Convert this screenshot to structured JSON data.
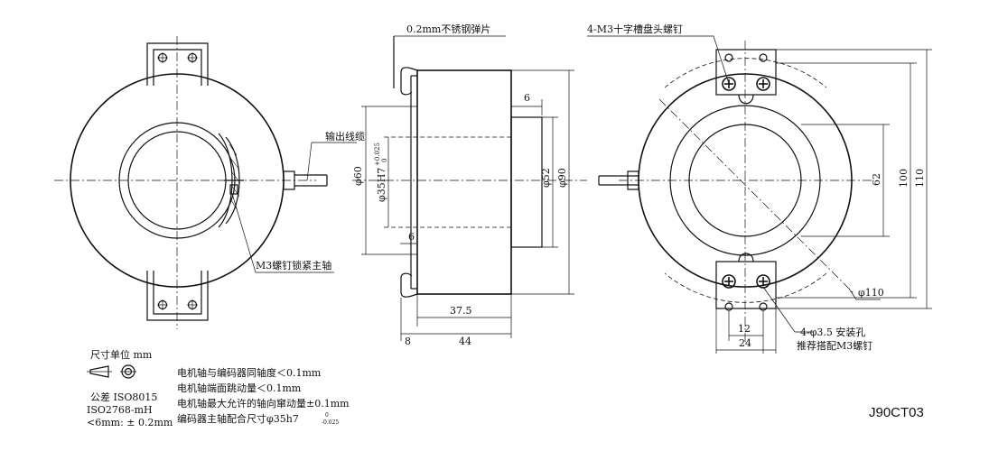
{
  "drawing": {
    "model_code": "J90CT03",
    "callouts": {
      "spring_plate": "0.2mm不锈钢弹片",
      "output_cable": "输出线缆",
      "m3_lock_screw": "M3螺钉锁紧主轴",
      "m3_pan_head": "4-M3十字槽盘头螺钉",
      "mount_hole_line1": "4-φ3.5 安装孔",
      "mount_hole_line2": "推荐搭配M3螺钉"
    },
    "dimensions": {
      "d60": "φ60",
      "d35h7": "φ35H7",
      "d35h7_tol_upper": "+0.025",
      "d35h7_tol_lower": "0",
      "d52": "φ52",
      "d90": "φ90",
      "d6_top": "6",
      "d6_left": "6",
      "d37_5": "37.5",
      "d8": "8",
      "d44": "44",
      "d62": "62",
      "d100": "100",
      "d110": "110",
      "d110_circle": "φ110",
      "d12": "12",
      "d24": "24"
    },
    "notes": {
      "units": "尺寸单位 mm",
      "tolerance_label": "公差 ISO8015",
      "tolerance_std": "ISO2768-mH",
      "tolerance_small": "<6mm: ± 0.2mm",
      "req1": "电机轴与编码器同轴度＜0.1mm",
      "req2": "电机轴端面跳动量＜0.1mm",
      "req3": "电机轴最大允许的轴向窜动量±0.1mm",
      "req4": "编码器主轴配合尺寸φ35h7",
      "req4_tol_upper": "0",
      "req4_tol_lower": "-0.025"
    }
  }
}
